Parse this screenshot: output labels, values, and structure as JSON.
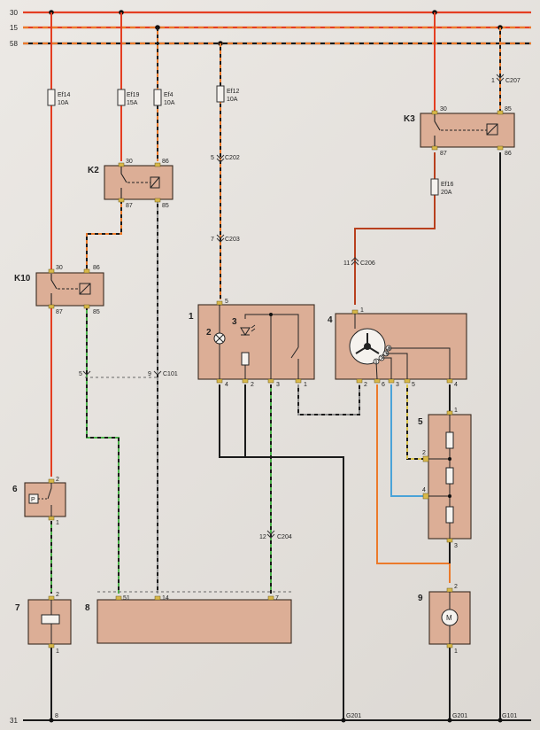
{
  "buses": {
    "b30": "30",
    "b15": "15",
    "b58": "58",
    "b31": "31"
  },
  "colors": {
    "red": "#e43e22",
    "orange": "#ec7a2a",
    "black": "#1a1a1a",
    "green": "#4bb34a",
    "blue": "#4aa3d8",
    "component": "#dcae96"
  },
  "fuses": {
    "ef14": {
      "name": "Ef14",
      "rating": "10A"
    },
    "ef19": {
      "name": "Ef19",
      "rating": "15A"
    },
    "ef4": {
      "name": "Ef4",
      "rating": "10A"
    },
    "ef12": {
      "name": "Ef12",
      "rating": "10A"
    },
    "ef16": {
      "name": "Ef16",
      "rating": "20A"
    }
  },
  "connectors": {
    "c207": {
      "pin": "1",
      "name": "C207"
    },
    "c202": {
      "pin": "5",
      "name": "C202"
    },
    "c203": {
      "pin": "7",
      "name": "C203"
    },
    "c206": {
      "pin": "11",
      "name": "C206"
    },
    "c101": {
      "pin_a": "5",
      "pin_b": "9",
      "name": "C101"
    },
    "c204": {
      "pin": "12",
      "name": "C204"
    }
  },
  "relays": {
    "k2": {
      "name": "K2",
      "p30": "30",
      "p86": "86",
      "p87": "87",
      "p85": "85"
    },
    "k3": {
      "name": "K3",
      "p30": "30",
      "p85": "85",
      "p87": "87",
      "p86": "86"
    },
    "k10": {
      "name": "K10",
      "p30": "30",
      "p86": "86",
      "p87": "87",
      "p85": "85"
    }
  },
  "components": {
    "c1": {
      "num": "1",
      "pin_top": "5",
      "pins": [
        "4",
        "2",
        "3",
        "1"
      ]
    },
    "c2": {
      "num": "2"
    },
    "c3": {
      "num": "3"
    },
    "c4": {
      "num": "4",
      "pin_top": "1",
      "pins": [
        "2",
        "6",
        "3",
        "5",
        "4"
      ],
      "switch_pins": [
        "1",
        "2",
        "3",
        "4"
      ]
    },
    "c5": {
      "num": "5",
      "pins": [
        "1",
        "2",
        "4",
        "3"
      ]
    },
    "c6": {
      "num": "6",
      "symbol": "P",
      "pin_top": "2",
      "pin_bot": "1"
    },
    "c7": {
      "num": "7",
      "pin_top": "2",
      "pin_bot": "1"
    },
    "c8": {
      "num": "8",
      "pins": [
        "51",
        "14",
        "7"
      ]
    },
    "c9": {
      "num": "9",
      "symbol": "M",
      "pin_top": "2",
      "pin_bot": "1"
    }
  },
  "grounds": {
    "g_left": "8",
    "g201a": "G201",
    "g201b": "G201",
    "g101": "G101"
  }
}
